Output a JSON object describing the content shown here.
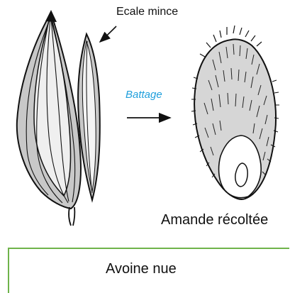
{
  "labels": {
    "husk": "Ecale mince",
    "process": "Battage",
    "result": "Amande récoltée"
  },
  "caption": {
    "title": "Avoine nue"
  },
  "colors": {
    "line": "#111111",
    "husk_shade": "#c8c8c8",
    "grain_fill": "#d6d6d6",
    "process_text": "#1f9fdc",
    "caption_border": "#6fb34a"
  }
}
